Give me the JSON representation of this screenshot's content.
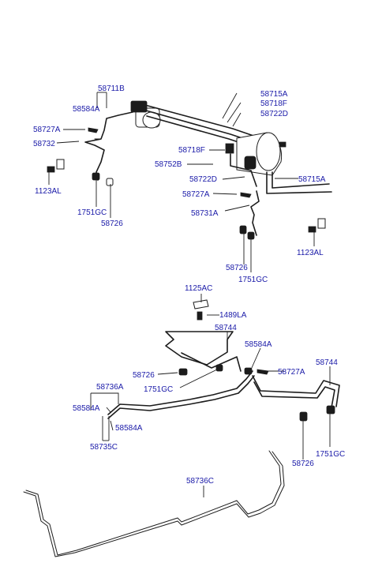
{
  "labels": {
    "l_58711B": "58711B",
    "l_58584A_1": "58584A",
    "l_58727A_1": "58727A",
    "l_58732": "58732",
    "l_1123AL_1": "1123AL",
    "l_1751GC_1": "1751GC",
    "l_58726_1": "58726",
    "l_58715A_1": "58715A",
    "l_58718F_1": "58718F",
    "l_58722D_1": "58722D",
    "l_58718F_2": "58718F",
    "l_58752B": "58752B",
    "l_58722D_2": "58722D",
    "l_58715A_2": "58715A",
    "l_58727A_2": "58727A",
    "l_58731A": "58731A",
    "l_58726_2": "58726",
    "l_1751GC_2": "1751GC",
    "l_1123AL_2": "1123AL",
    "l_1125AC": "1125AC",
    "l_1489LA": "1489LA",
    "l_58744_1": "58744",
    "l_58584A_2": "58584A",
    "l_58726_3": "58726",
    "l_58727A_3": "58727A",
    "l_1751GC_3": "1751GC",
    "l_58744_2": "58744",
    "l_58736A": "58736A",
    "l_58584A_3": "58584A",
    "l_58584A_4": "58584A",
    "l_58735C": "58735C",
    "l_58726_4": "58726",
    "l_1751GC_4": "1751GC",
    "l_58736C": "58736C"
  },
  "colors": {
    "label": "#1a1aa8",
    "line": "#1c1c1c"
  }
}
